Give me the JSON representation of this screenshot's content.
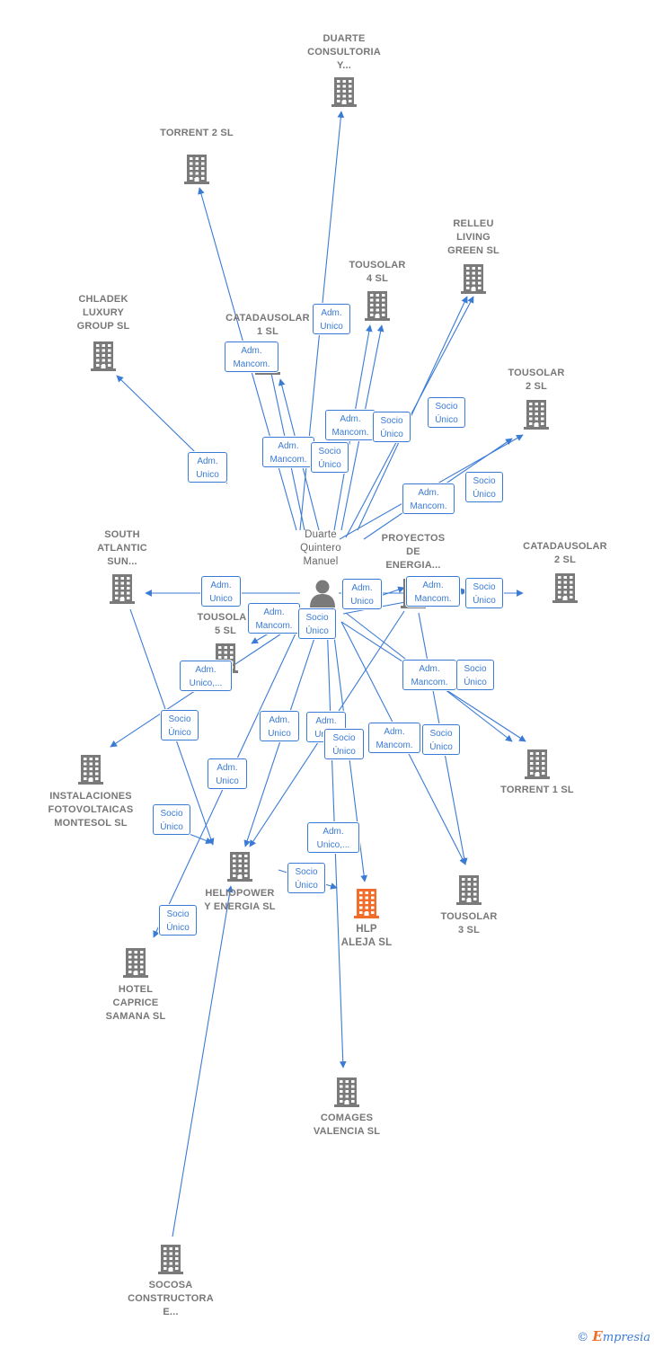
{
  "colors": {
    "edge": "#3a7bd5",
    "building": "#7a7a7a",
    "focus_building": "#f26c2a",
    "label": "#777777"
  },
  "person": {
    "name": "Duarte\nQuintero\nManuel",
    "icon": "person-icon"
  },
  "nodes": [
    {
      "id": "duarte-consultoria",
      "label": "DUARTE\nCONSULTORIA\nY..."
    },
    {
      "id": "torrent-2",
      "label": "TORRENT 2  SL"
    },
    {
      "id": "relleu-living",
      "label": "RELLEU\nLIVING\nGREEN  SL"
    },
    {
      "id": "tousolar-4",
      "label": "TOUSOLAR\n4  SL"
    },
    {
      "id": "chladek",
      "label": "CHLADEK\nLUXURY\nGROUP  SL"
    },
    {
      "id": "catadausolar-1",
      "label": "CATADAUSOLAR\n1  SL"
    },
    {
      "id": "tousolar-2",
      "label": "TOUSOLAR\n2  SL"
    },
    {
      "id": "south-atlantic",
      "label": "SOUTH\nATLANTIC\nSUN..."
    },
    {
      "id": "proyectos-energia",
      "label": "PROYECTOS\nDE\nENERGIA..."
    },
    {
      "id": "catadausolar-2",
      "label": "CATADAUSOLAR\n2  SL"
    },
    {
      "id": "tousolar-5",
      "label": "TOUSOLAR\n5  SL"
    },
    {
      "id": "instalaciones",
      "label": "INSTALACIONES\nFOTOVOLTAICAS\nMONTESOL  SL"
    },
    {
      "id": "torrent-1",
      "label": "TORRENT 1  SL"
    },
    {
      "id": "heliopower",
      "label": "HELIOPOWER\nY ENERGIA  SL"
    },
    {
      "id": "hlp-aleja",
      "label": "HLP\nALEJA  SL"
    },
    {
      "id": "tousolar-3",
      "label": "TOUSOLAR\n3  SL"
    },
    {
      "id": "hotel-caprice",
      "label": "HOTEL\nCAPRICE\nSAMANA  SL"
    },
    {
      "id": "comages",
      "label": "COMAGES\nVALENCIA SL"
    },
    {
      "id": "socosa",
      "label": "SOCOSA\nCONSTRUCTORA\nE..."
    }
  ],
  "badges": [
    {
      "text": "Adm.\nUnico"
    },
    {
      "text": "Adm.\nMancom."
    },
    {
      "text": "Adm.\nUnico"
    },
    {
      "text": "Adm.\nMancom."
    },
    {
      "text": "Adm.\nMancom."
    },
    {
      "text": "Socio\nÚnico"
    },
    {
      "text": "Socio\nÚnico"
    },
    {
      "text": "Socio\nÚnico"
    },
    {
      "text": "Adm.\nMancom."
    },
    {
      "text": "Socio\nÚnico"
    },
    {
      "text": "Adm.\nUnico"
    },
    {
      "text": "Adm.\nUnico"
    },
    {
      "text": "Adm.\nMancom."
    },
    {
      "text": "Socio\nÚnico"
    },
    {
      "text": "Adm.\nMancom."
    },
    {
      "text": "Adm.\nUnico,..."
    },
    {
      "text": "Socio\nÚnico"
    },
    {
      "text": "Adm.\nMancom."
    },
    {
      "text": "Socio\nÚnico"
    },
    {
      "text": "Adm.\nUnico"
    },
    {
      "text": "Socio\nÚnico"
    },
    {
      "text": "Adm.\nUnico"
    },
    {
      "text": "Adm.\nMancom."
    },
    {
      "text": "Socio\nÚnico"
    },
    {
      "text": "Adm.\nUnico"
    },
    {
      "text": "Socio\nÚnico"
    },
    {
      "text": "Adm.\nUnico,..."
    },
    {
      "text": "Socio\nÚnico"
    },
    {
      "text": "Socio\nÚnico"
    },
    {
      "text": "Socio\nÚnico"
    }
  ],
  "footer": {
    "copyright": "©",
    "brand_first": "E",
    "brand_rest": "mpresia"
  }
}
